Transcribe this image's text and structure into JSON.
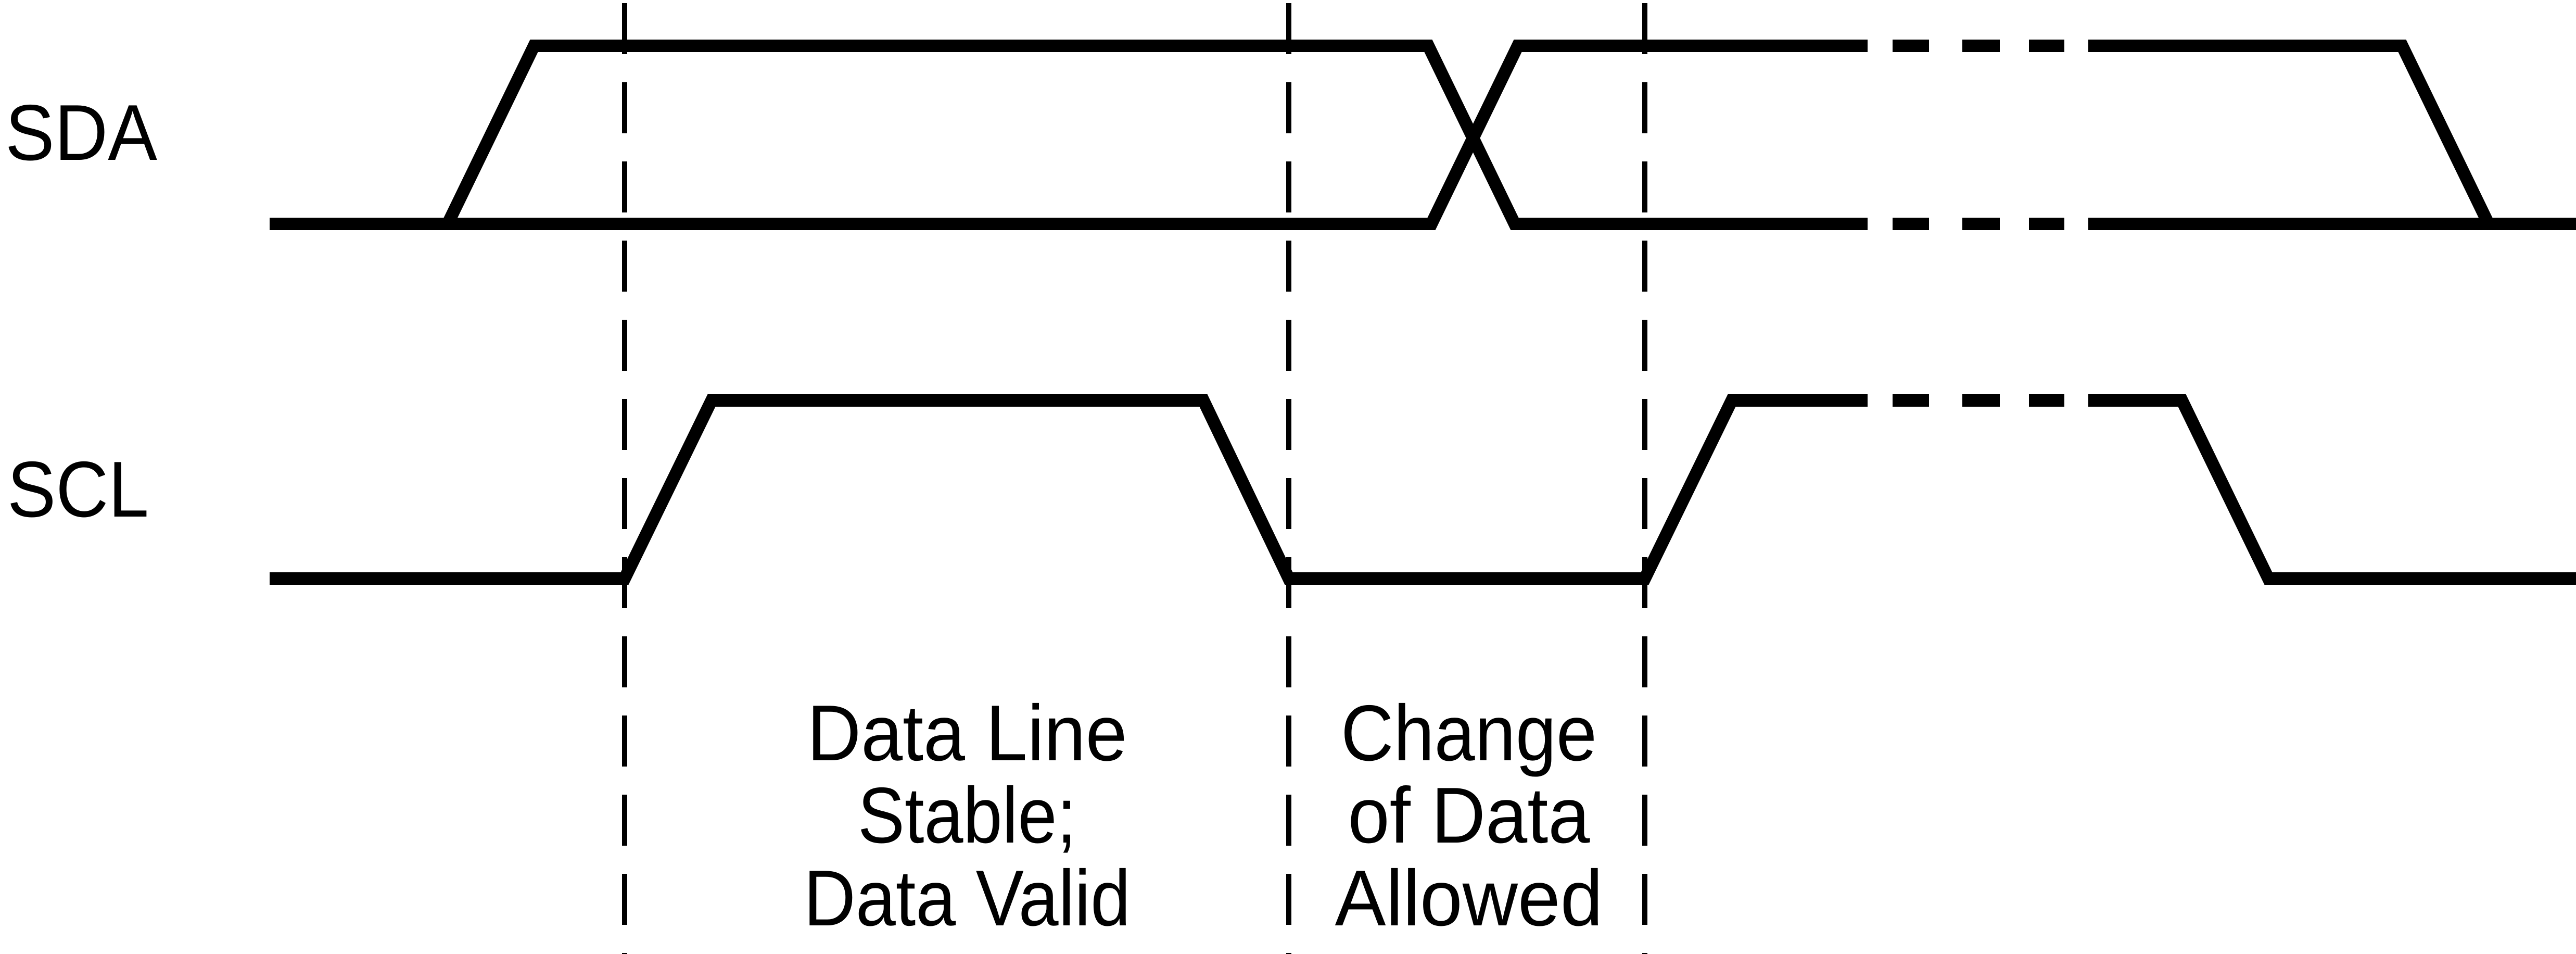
{
  "colors": {
    "line": "#000000",
    "background": "#ffffff"
  },
  "signals": [
    {
      "id": "sda",
      "label": "SDA"
    },
    {
      "id": "scl",
      "label": "SCL"
    }
  ],
  "annotations": [
    {
      "id": "data-line-stable",
      "lines": [
        "Data Line",
        "Stable;",
        "Data Valid"
      ]
    },
    {
      "id": "change-of-data",
      "lines": [
        "Change",
        "of Data",
        "Allowed"
      ]
    }
  ]
}
